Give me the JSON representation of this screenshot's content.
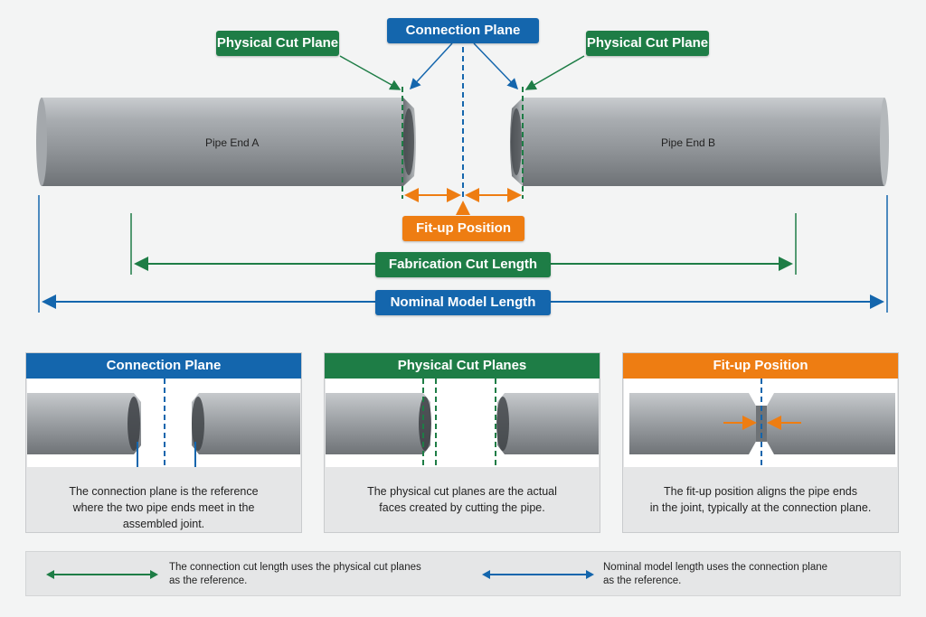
{
  "top": {
    "connection_plane_tag": "Connection Plane",
    "physical_cut_left_tag": "Physical Cut Plane",
    "physical_cut_right_tag": "Physical Cut Plane",
    "pipe_a_label": "Pipe End A",
    "pipe_b_label": "Pipe End B",
    "fitup_tag": "Fit-up Position",
    "fabrication_tag": "Fabrication Cut Length",
    "nominal_tag": "Nominal Model Length"
  },
  "panels": [
    {
      "title": "Connection Plane",
      "text_lines": [
        "The connection plane is the reference",
        "where the two pipe ends meet in the",
        "assembled joint."
      ]
    },
    {
      "title": "Physical Cut Planes",
      "text_lines": [
        "The physical cut planes are the actual",
        "faces created by cutting the pipe."
      ]
    },
    {
      "title": "Fit-up Position",
      "text_lines": [
        "The fit-up position aligns the pipe ends",
        "in the joint, typically at the connection plane."
      ]
    }
  ],
  "legend": {
    "green_line1": "The connection cut length uses the physical cut planes",
    "green_line2": "as the reference.",
    "blue_line1": "Nominal model length uses the connection plane",
    "blue_line2": "as the reference."
  },
  "colors": {
    "blue": "#1466ad",
    "green": "#1e7d46",
    "orange": "#ee7d12",
    "pipe": "#9a9ea2"
  },
  "icons": [
    "double-headed-arrow-green-icon",
    "double-headed-arrow-blue-icon"
  ]
}
